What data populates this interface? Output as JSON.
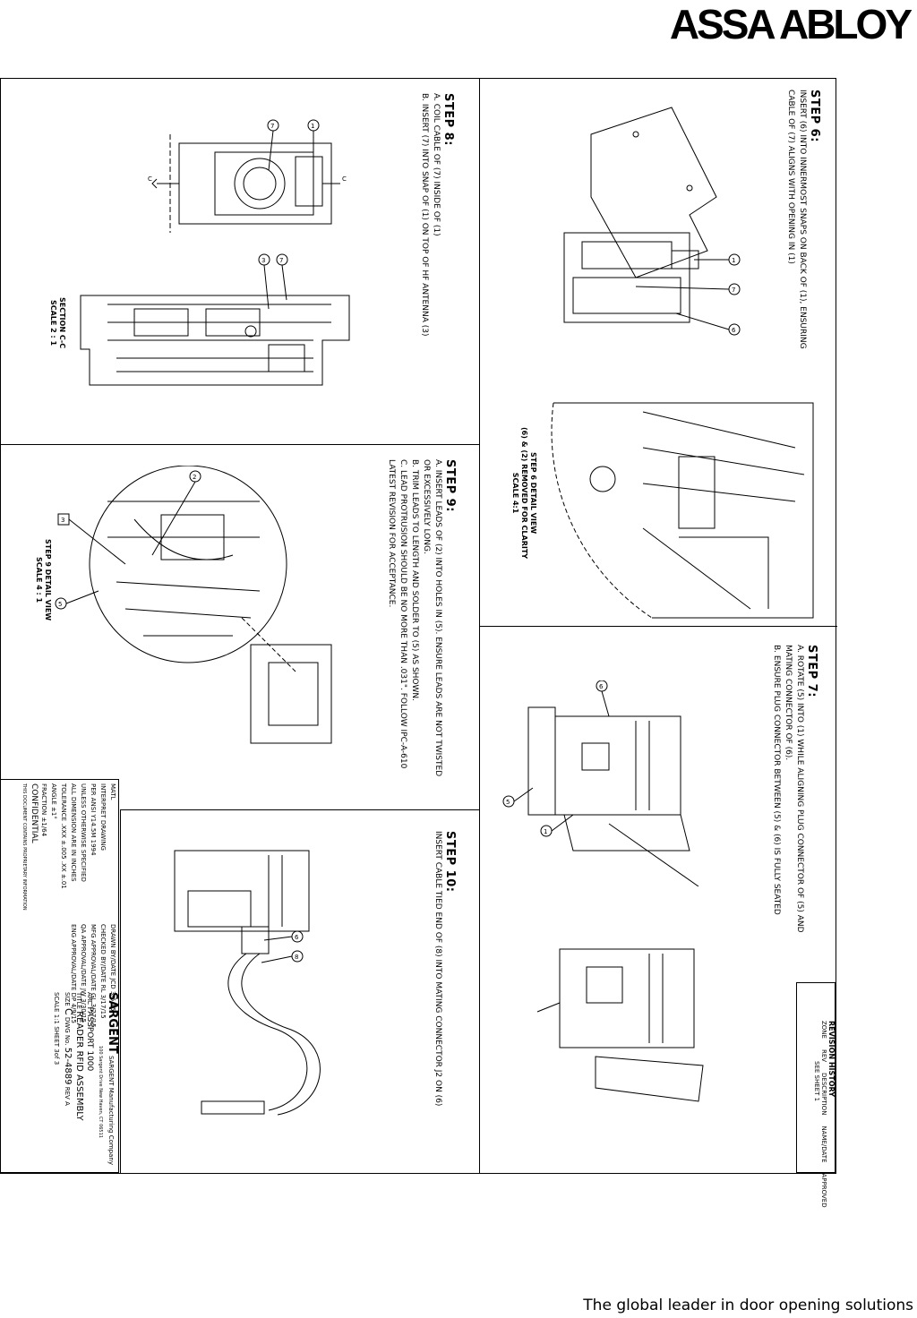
{
  "brand": {
    "logo": "ASSA ABLOY",
    "tagline": "The global leader in door opening solutions"
  },
  "steps": {
    "step6": {
      "title": "STEP 6:",
      "lines": [
        "INSERT (6) INTO INNERMOST SNAPS ON BACK OF (1), ENSURING",
        "CABLE OF (7) ALIGNS WITH OPENING IN (1)"
      ],
      "detail_caption": [
        "STEP 6 DETAIL VIEW",
        "(6) & (2) REMOVED FOR CLARITY",
        "SCALE 4:1"
      ],
      "callouts": [
        "1",
        "7",
        "6"
      ]
    },
    "step7": {
      "title": "STEP 7:",
      "line_a": [
        "A.   ROTATE (5) INTO (1) WHILE ALIGNING PLUG CONNECTOR OF (5) AND",
        "       MATING CONNECTOR OF (6)."
      ],
      "line_b": "B.   ENSURE PLUG CONNECTOR BETWEEN (5) & (6) IS FULLY SEATED",
      "callouts": [
        "6",
        "5",
        "1"
      ]
    },
    "step8": {
      "title": "STEP 8:",
      "line_a": "A.   COIL CABLE OF (7) INSIDE OF (1)",
      "line_b": "B.   INSERT (7) INTO SNAP OF (1) ON TOP OF HF ANTENNA (3)",
      "section_caption": [
        "SECTION C-C",
        "SCALE 2 : 1"
      ],
      "callouts": [
        "1",
        "7",
        "3",
        "7"
      ],
      "section_marks": [
        "C",
        "C"
      ]
    },
    "step9": {
      "title": "STEP 9:",
      "line_a": [
        "A.   INSERT LEADS OF (2) INTO HOLES IN (5). ENSURE LEADS ARE NOT TWISTED",
        "       OR EXCESSIVELY LONG."
      ],
      "line_b": "B.   TRIM LEADS TO LENGTH AND SOLDER TO (5) AS SHOWN.",
      "line_c": [
        "C.   LEAD PROTRUSION SHOULD BE NO MORE THAN .031\". FOLLOW IPC-A-610",
        "       LATEST REVISION FOR ACCEPTANCE."
      ],
      "detail_caption": [
        "STEP 9 DETAIL VIEW",
        "SCALE 4 : 1"
      ],
      "callouts": [
        "2",
        "3",
        "5"
      ]
    },
    "step10": {
      "title": "STEP 10:",
      "line": "INSERT CABLE TIED END OF (8) INTO MATING CONNECTOR J2 ON (6)",
      "callouts": [
        "6",
        "8"
      ]
    }
  },
  "revision_history": {
    "title": "REVISION HISTORY",
    "columns": [
      "ZONE",
      "REV",
      "DESCRIPTION",
      "NAME/DATE",
      "APPROVED"
    ],
    "row": [
      "",
      "",
      "SEE SHEET 1",
      "",
      ""
    ]
  },
  "title_block": {
    "matl": "MATL",
    "notes": [
      "INTERPRET DRAWING",
      "PER ANSI Y14.5M 1994",
      "UNLESS OTHERWISE SPECIFIED",
      "ALL DIMENSION ARE IN INCHES"
    ],
    "tolerance_label": "TOLERANCE",
    "tolerances": [
      ".XXX ±.005",
      ".XX ±.01"
    ],
    "angle": [
      "ANGLE",
      "±1°"
    ],
    "fraction": [
      "FRACTION",
      "±1/64"
    ],
    "confidential": "CONFIDENTIAL",
    "confidential_note": "THIS DOCUMENT CONTAINS PROPRIETARY INFORMATION",
    "drawn_by": [
      "DRAWN BY/DATE",
      "JCD",
      "3/6/15"
    ],
    "checked_by": [
      "CHECKED BY/DATE",
      "RL",
      "3/17/15"
    ],
    "mfg_approval": [
      "MFG APPROVAL/DATE",
      "GL",
      "3/27/15"
    ],
    "qa_approval": [
      "QA APPROVAL/DATE",
      "JW",
      "3/30/15"
    ],
    "eng_approval": [
      "ENG APPROVAL/DATE",
      "DP",
      "4/9/15"
    ],
    "company": "SARGENT",
    "company_full": "SARGENT Manufacturing Company",
    "company_address": "100 Sargent Drive New Haven, CT 06511",
    "arch": [
      "ARC",
      "PASSPORT 1000"
    ],
    "title": [
      "TITLE",
      "READER RFID ASSEMBLY"
    ],
    "size": [
      "SIZE",
      "C"
    ],
    "dwg_no": [
      "DWG No.",
      "52-4889"
    ],
    "rev": [
      "REV",
      "A"
    ],
    "scale": [
      "SCALE",
      "1:1"
    ],
    "sheet": [
      "SHEET",
      "3of 3"
    ]
  }
}
